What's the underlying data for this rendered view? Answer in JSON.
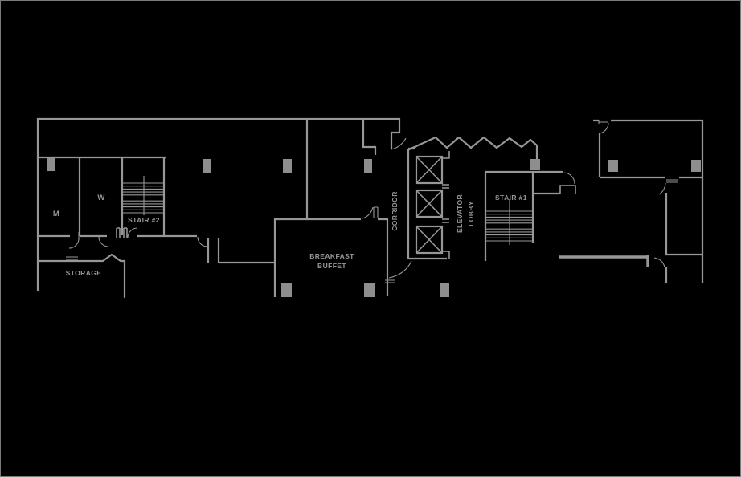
{
  "title": "hotel-floor-plan",
  "colors": {
    "background": "#000000",
    "wall": "#979797",
    "column": "#8e8e8e",
    "border": "#7a7a7a"
  },
  "rooms": {
    "mens_room": {
      "label": "M"
    },
    "womens_room": {
      "label": "W"
    },
    "stair_2": {
      "label": "STAIR #2"
    },
    "storage": {
      "label": "STORAGE"
    },
    "breakfast_buffet": {
      "line1": "BREAKFAST",
      "line2": "BUFFET"
    },
    "corridor": {
      "label": "CORRIDOR"
    },
    "elevator_lobby": {
      "line1": "ELEVATOR",
      "line2": "LOBBY"
    },
    "stair_1": {
      "label": "STAIR #1"
    }
  }
}
